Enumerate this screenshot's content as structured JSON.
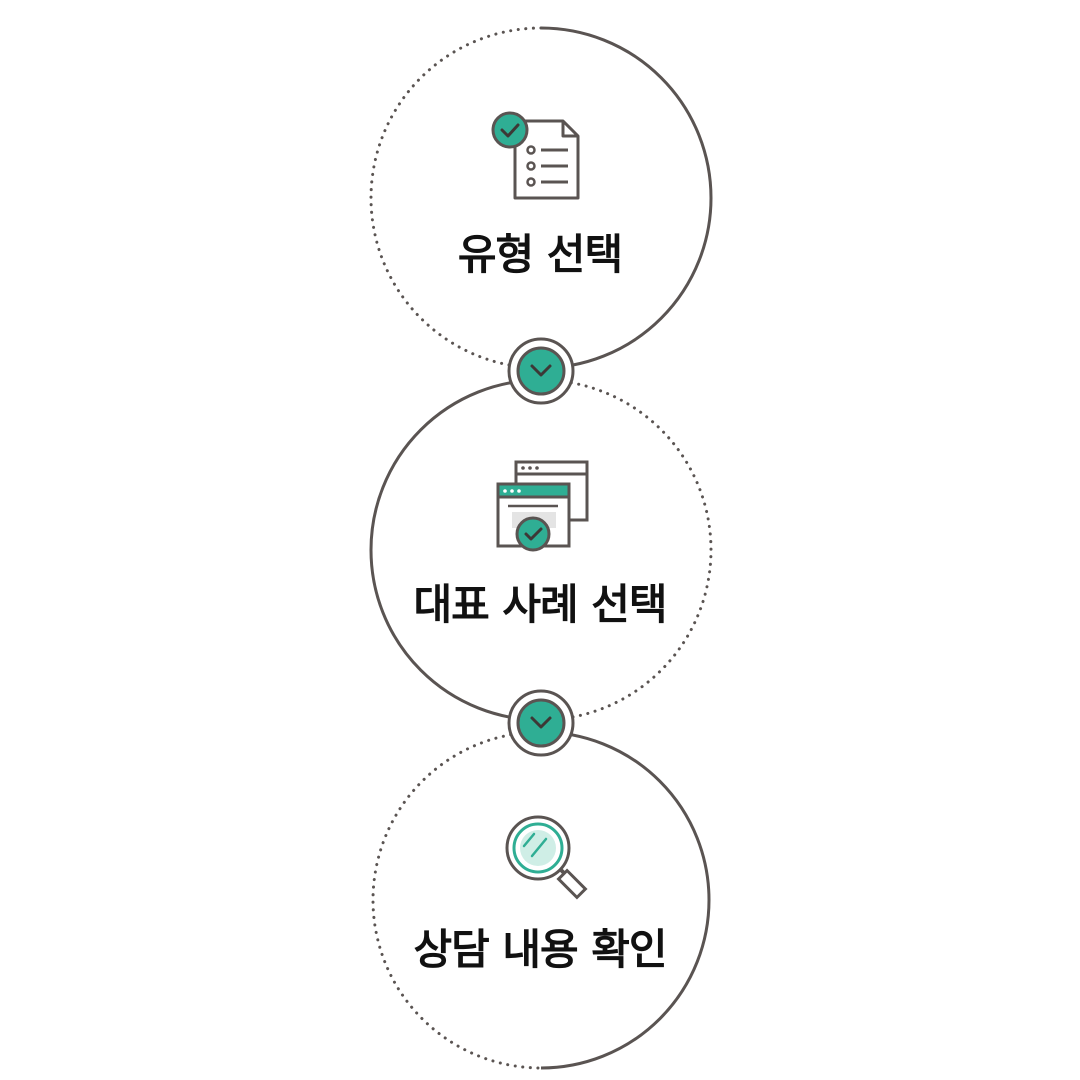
{
  "steps": [
    {
      "label": "유형 선택",
      "icon": "checklist-document-icon"
    },
    {
      "label": "대표 사례 선택",
      "icon": "browser-windows-check-icon"
    },
    {
      "label": "상담 내용 확인",
      "icon": "magnifier-icon"
    }
  ],
  "connectors": [
    {
      "icon": "chevron-down-icon"
    },
    {
      "icon": "chevron-down-icon"
    }
  ],
  "colors": {
    "accent": "#2fae94",
    "outline": "#5a5452",
    "text": "#111111"
  }
}
